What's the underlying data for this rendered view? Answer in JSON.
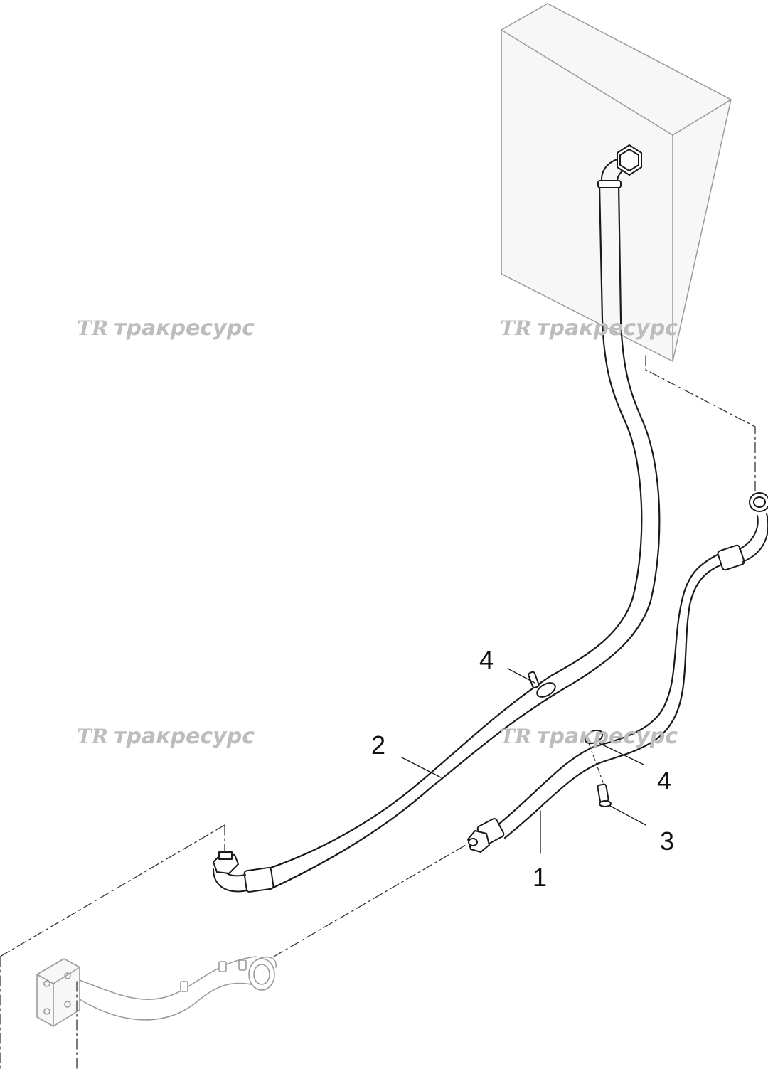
{
  "watermark": {
    "logo": "TR",
    "text": "тракресурс"
  },
  "callouts": [
    "1",
    "2",
    "3",
    "4",
    "4"
  ],
  "colors": {
    "line": "#1a1a1a",
    "faint": "#9a9a9a",
    "watermark": "#bdbdbd"
  }
}
